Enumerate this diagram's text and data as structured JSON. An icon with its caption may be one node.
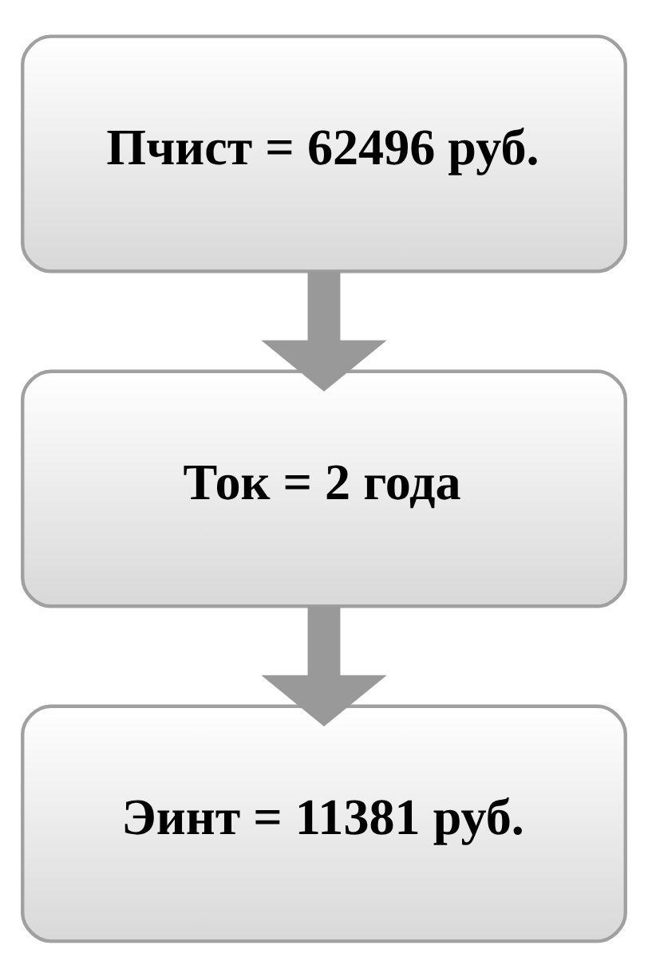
{
  "diagram": {
    "nodes": [
      {
        "text": [
          "Пчист = 62496 руб."
        ]
      },
      {
        "text": [
          "Ток = 2 года"
        ]
      },
      {
        "text": [
          "Эинт = 11381 руб."
        ]
      }
    ],
    "edges": [
      {
        "from": 0,
        "to": 1,
        "arrow": "to"
      },
      {
        "from": 1,
        "to": 2,
        "arrow": "to"
      }
    ]
  }
}
